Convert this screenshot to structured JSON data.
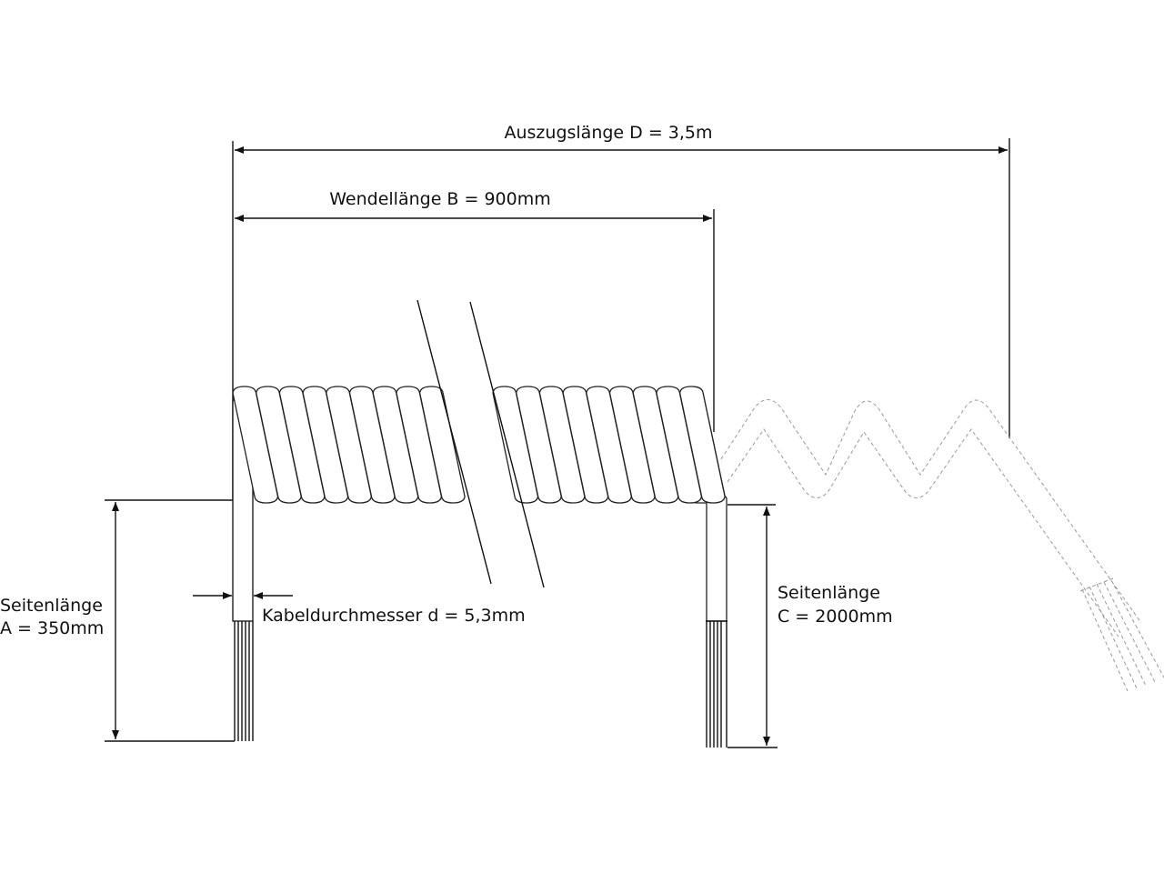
{
  "dimensions": {
    "extension_length": "Auszugslänge D = 3,5m",
    "coil_length": "Wendellänge B = 900mm",
    "side_length_a_label": "Seitenlänge",
    "side_length_a_value": "A = 350mm",
    "side_length_c_label": "Seitenlänge",
    "side_length_c_value": "C = 2000mm",
    "cable_diameter": "Kabeldurchmesser d = 5,3mm"
  },
  "colors": {
    "line": "#111111",
    "extended_coil": "#999999"
  },
  "coil": {
    "left_turns": 9,
    "right_turns": 9
  }
}
